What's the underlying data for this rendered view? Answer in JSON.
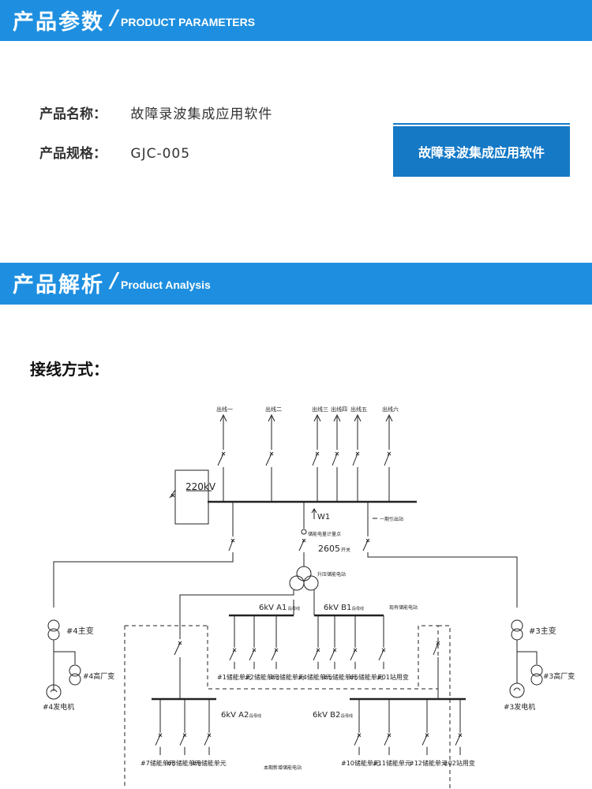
{
  "section1": {
    "title_cn": "产品参数",
    "slash": "/",
    "title_en": "PRODUCT PARAMETERS"
  },
  "params": {
    "name_label": "产品名称：",
    "name_value": "故障录波集成应用软件",
    "spec_label": "产品规格：",
    "spec_value": "GJC-005"
  },
  "product_button": "故障录波集成应用软件",
  "section2": {
    "title_cn": "产品解析",
    "slash": "/",
    "title_en": "Product Analysis"
  },
  "connection_title": "接线方式：",
  "diagram": {
    "feeders": [
      "出线一",
      "出线二",
      "出线三",
      "出线四",
      "出线五",
      "出线六"
    ],
    "bus_220": "220kV",
    "w1": "W1",
    "spare": "一期引出站",
    "meter": "储能电量计量点",
    "switch_2605": "2605",
    "switch_suffix": "开关",
    "transformer_label": "升压储能电站",
    "bus_a1": "6kV  A1",
    "bus_b1": "6kV  B1",
    "bus_suffix": "段母线",
    "existing_station": "现有储能电站",
    "main4": "#4主变",
    "main3": "#3主变",
    "aux4": "#4高厂变",
    "aux3": "#3高厂变",
    "gen4": "#4发电机",
    "gen3": "#3发电机",
    "upper_units": [
      "#1储能单元",
      "#2储能单元",
      "#3储能单元",
      "#4储能单元",
      "#5储能单元",
      "#6储能单元",
      "#01站用变"
    ],
    "bus_a2": "6kV  A2",
    "bus_b2": "6kV  B2",
    "lower_units": [
      "#7储能单元",
      "#8储能单元",
      "#9储能单元",
      "#10储能单元",
      "#11储能单元",
      "#12储能单元",
      "#02站用变"
    ],
    "new_station": "本期新增储能电站"
  }
}
